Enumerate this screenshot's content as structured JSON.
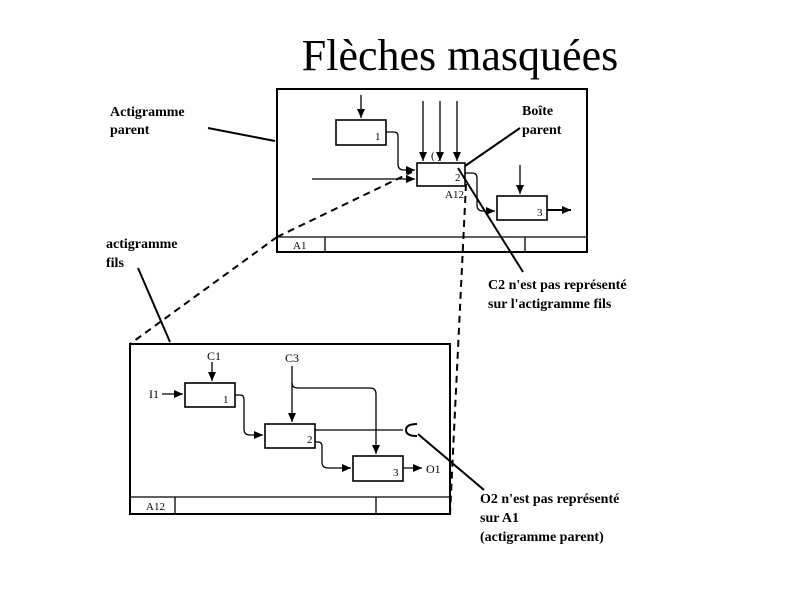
{
  "title": "Flèches masquées",
  "callouts": {
    "actigramme_parent": [
      "Actigramme",
      "parent"
    ],
    "boite_parent": [
      "Boîte",
      "parent"
    ],
    "actigramme_fils": [
      "actigramme",
      "fils"
    ],
    "c2_note": [
      "C2 n'est pas représenté",
      "sur l'actigramme fils"
    ],
    "o2_note": [
      "O2 n'est pas représenté",
      "sur A1",
      "(actigramme parent)"
    ]
  },
  "parent_diagram": {
    "boxes": [
      "1",
      "2",
      "3"
    ],
    "box2_ref": "A12",
    "tunnel_mark": "( )",
    "footer_node": "A1"
  },
  "child_diagram": {
    "boxes": [
      "1",
      "2",
      "3"
    ],
    "footer_node": "A12",
    "arrow_labels": {
      "c1": "C1",
      "c3": "C3",
      "i1": "I1",
      "o1": "O1"
    }
  }
}
